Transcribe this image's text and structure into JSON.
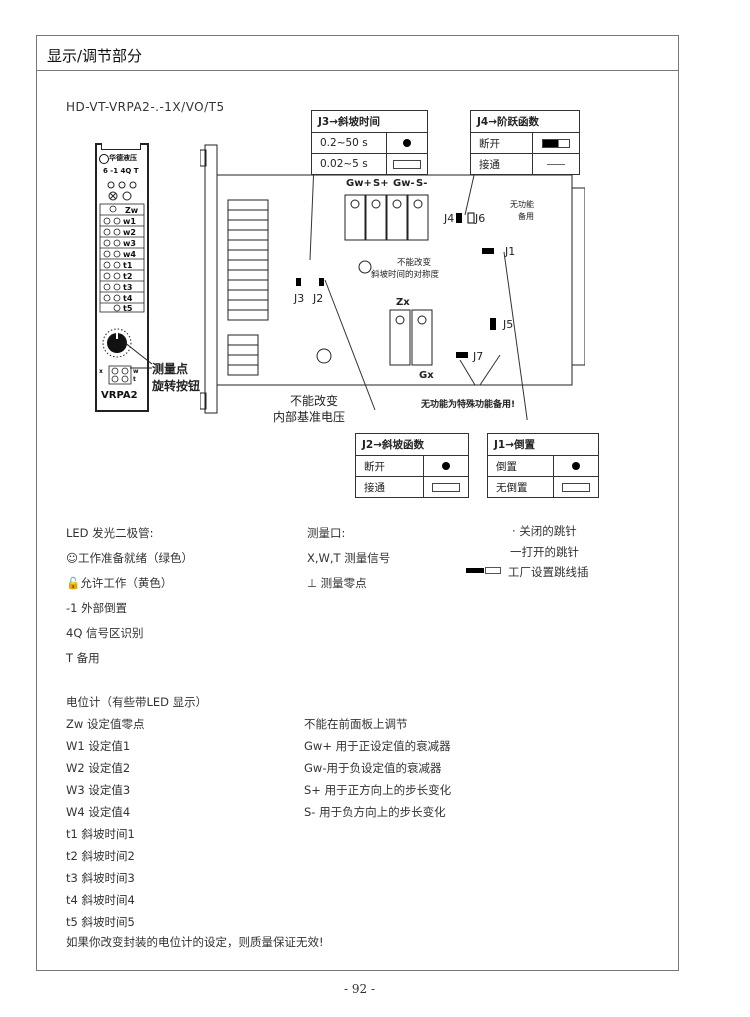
{
  "section": {
    "title": "显示/调节部分"
  },
  "model": "HD-VT-VRPA2-.-1X/VO/T5",
  "front_panel": {
    "brand": "华德液压",
    "variant": "6 -1 4Q T",
    "pot_labels": [
      "Zw",
      "w1",
      "w2",
      "w3",
      "w4",
      "t1",
      "t2",
      "t3",
      "t4",
      "t5"
    ],
    "measure_labels": [
      "x",
      "w",
      "t"
    ],
    "model_name": "VRPA2",
    "callout": [
      "测量点",
      "旋转按钮"
    ]
  },
  "board": {
    "terminals": [
      "Gw+",
      "S+",
      "Gw-",
      "S-"
    ],
    "zx": "Zx",
    "gx": "Gx",
    "j4": "J4",
    "j6": "J6",
    "j1": "J1",
    "j3": "J3",
    "j2": "J2",
    "j5": "J5",
    "j7": "J7",
    "no_function": [
      "无功能",
      "备用"
    ],
    "no_change_ramp": [
      "不能改变",
      "斜坡时间的对称度"
    ],
    "no_change_ref": [
      "不能改变",
      "内部基准电压"
    ],
    "special_reserve": "无功能为特殊功能备用!"
  },
  "jumper_tables": {
    "j3": {
      "title": "J3→斜坡时间",
      "rows": [
        "0.2~50 s",
        "0.02~5 s"
      ]
    },
    "j4": {
      "title": "J4→阶跃函数",
      "rows": [
        "断开",
        "接通"
      ]
    },
    "j2": {
      "title": "J2→斜坡函数",
      "rows": [
        "断开",
        "接通"
      ]
    },
    "j1": {
      "title": "J1→倒置",
      "rows": [
        "倒置",
        "无倒置"
      ]
    }
  },
  "led_section": {
    "title": "LED 发光二极管:",
    "items": [
      "☺工作准备就绪（绿色）",
      "🔓允许工作（黄色）",
      "-1 外部倒置",
      "4Q 信号区识别",
      "T  备用"
    ]
  },
  "measure_section": {
    "title": "测量口:",
    "items": [
      "X,W,T 测量信号",
      "⊥ 测量零点"
    ]
  },
  "legend": {
    "closed": "· 关闭的跳针",
    "open": "一打开的跳针",
    "factory": "工厂设置跳线插"
  },
  "pot_section": {
    "title": "电位计（有些带LED 显示）",
    "left": [
      "Zw 设定值零点",
      "W1 设定值1",
      "W2 设定值2",
      "W3 设定值3",
      "W4 设定值4",
      "t1 斜坡时间1",
      "t2 斜坡时间2",
      "t3 斜坡时间3",
      "t4 斜坡时间4",
      "t5 斜坡时间5"
    ],
    "right": [
      "不能在前面板上调节",
      "Gw+ 用于正设定值的衰减器",
      "Gw-用于负设定值的衰减器",
      "S+ 用于正方向上的步长变化",
      "S- 用于负方向上的步长变化"
    ],
    "warning": "如果你改变封装的电位计的设定，则质量保证无效!"
  },
  "page_number": "- 92 -"
}
